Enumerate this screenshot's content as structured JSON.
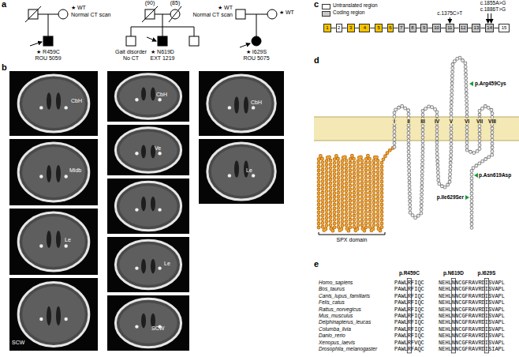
{
  "diagram": {
    "nodes": [
      {
        "text": [
          "1"
        ]
      },
      {
        "text": [
          "2"
        ]
      },
      {
        "text": [
          "3"
        ]
      },
      {
        "text": [
          "4"
        ]
      },
      {
        "text": [
          "5"
        ]
      },
      {
        "text": [
          "6"
        ]
      },
      {
        "text": [
          "7"
        ]
      },
      {
        "text": [
          "8"
        ]
      },
      {
        "text": [
          "9"
        ]
      },
      {
        "text": [
          "10"
        ]
      },
      {
        "text": [
          "11"
        ]
      },
      {
        "text": [
          "12"
        ]
      },
      {
        "text": [
          "13"
        ]
      },
      {
        "text": [
          "14"
        ]
      },
      {
        "text": [
          "15"
        ]
      }
    ],
    "edges": [
      {
        "from": 0,
        "to": 1,
        "arrow": "none"
      },
      {
        "from": 1,
        "to": 2,
        "arrow": "none"
      },
      {
        "from": 2,
        "to": 3,
        "arrow": "none"
      },
      {
        "from": 3,
        "to": 4,
        "arrow": "none"
      },
      {
        "from": 4,
        "to": 5,
        "arrow": "none"
      },
      {
        "from": 5,
        "to": 6,
        "arrow": "none"
      },
      {
        "from": 6,
        "to": 7,
        "arrow": "none"
      },
      {
        "from": 7,
        "to": 8,
        "arrow": "none"
      },
      {
        "from": 8,
        "to": 9,
        "arrow": "none"
      },
      {
        "from": 9,
        "to": 10,
        "arrow": "none"
      },
      {
        "from": 10,
        "to": 11,
        "arrow": "none"
      },
      {
        "from": 11,
        "to": 12,
        "arrow": "none"
      },
      {
        "from": 12,
        "to": 13,
        "arrow": "none"
      },
      {
        "from": 13,
        "to": 14,
        "arrow": "none"
      }
    ],
    "labels": [
      "a",
      "★ WT",
      "Normal CT scan",
      "★ R459C",
      "ROU 5059",
      "(90)",
      "(85)",
      "Gait disorder",
      "No CT",
      "★ N619D",
      "EXT 1219",
      "★ WT",
      "Normal CT scan",
      "★ WT",
      "★ I629S",
      "ROU 5075",
      "b",
      "CbH",
      "Midb",
      "Le",
      "SCW",
      "CbH",
      "Ve",
      "Le",
      "SCW",
      "CbH",
      "Le",
      "c",
      "c.1375C>T",
      "c.1855A>G",
      "c.1886T>G",
      "d",
      "I",
      "II",
      "III",
      "IV",
      "V",
      "VI",
      "VII",
      "VIII",
      "p.Arg459Cys",
      "p.Asn619Asp",
      "p.Ile629Ser",
      "SPX domain",
      "e",
      "p.R459C",
      "p.N619D",
      "p.I629S",
      "Homo_sapiens",
      "PAWLRFIQC",
      "NEHLNNCGFRAVRDISVAPL",
      "Bos_taurus",
      "PAWLRFIQC",
      "NEHLNNCGFRAVRDISVAPL",
      "Canis_lupus_familiaris",
      "PAWLRFIQC",
      "NEHLNNCGFRAVRDISVAPL",
      "Felis_catus",
      "PAWLRFIQC",
      "NEHLNNCGFRAVRDISVAPL",
      "Rattus_norvegicus",
      "PAWLRFIQC",
      "NEHLNNCGFRAVRDISVAPL",
      "Mus_musculus",
      "PAWLRFIQC",
      "NEHLNNCGFRAVRDISVAPL",
      "Delphinapterus_leucas",
      "PAWLRFIQC",
      "NEHLNNCGFRAVRDISVAPL",
      "Columba_livia",
      "PAWLRFIQC",
      "NEHLNNCGFRAVRDISVAPL",
      "Danio_rerio",
      "PAWLRFIQC",
      "NEHLNNCGFRAVRDISVAPL",
      "Xenopus_laevis",
      "PAWLRFVQC",
      "NEHLNNCGFRAVRDISVAPL",
      "Drosophila_melanogaster",
      "PAWLRFAQC",
      "NEHLNNCGFRAVRDISIAPL"
    ],
    "legend": [
      {
        "text": "Untranslated region",
        "color": "#ffffff"
      },
      {
        "text": "Coding region",
        "color": "#c8c8c8"
      }
    ]
  }
}
